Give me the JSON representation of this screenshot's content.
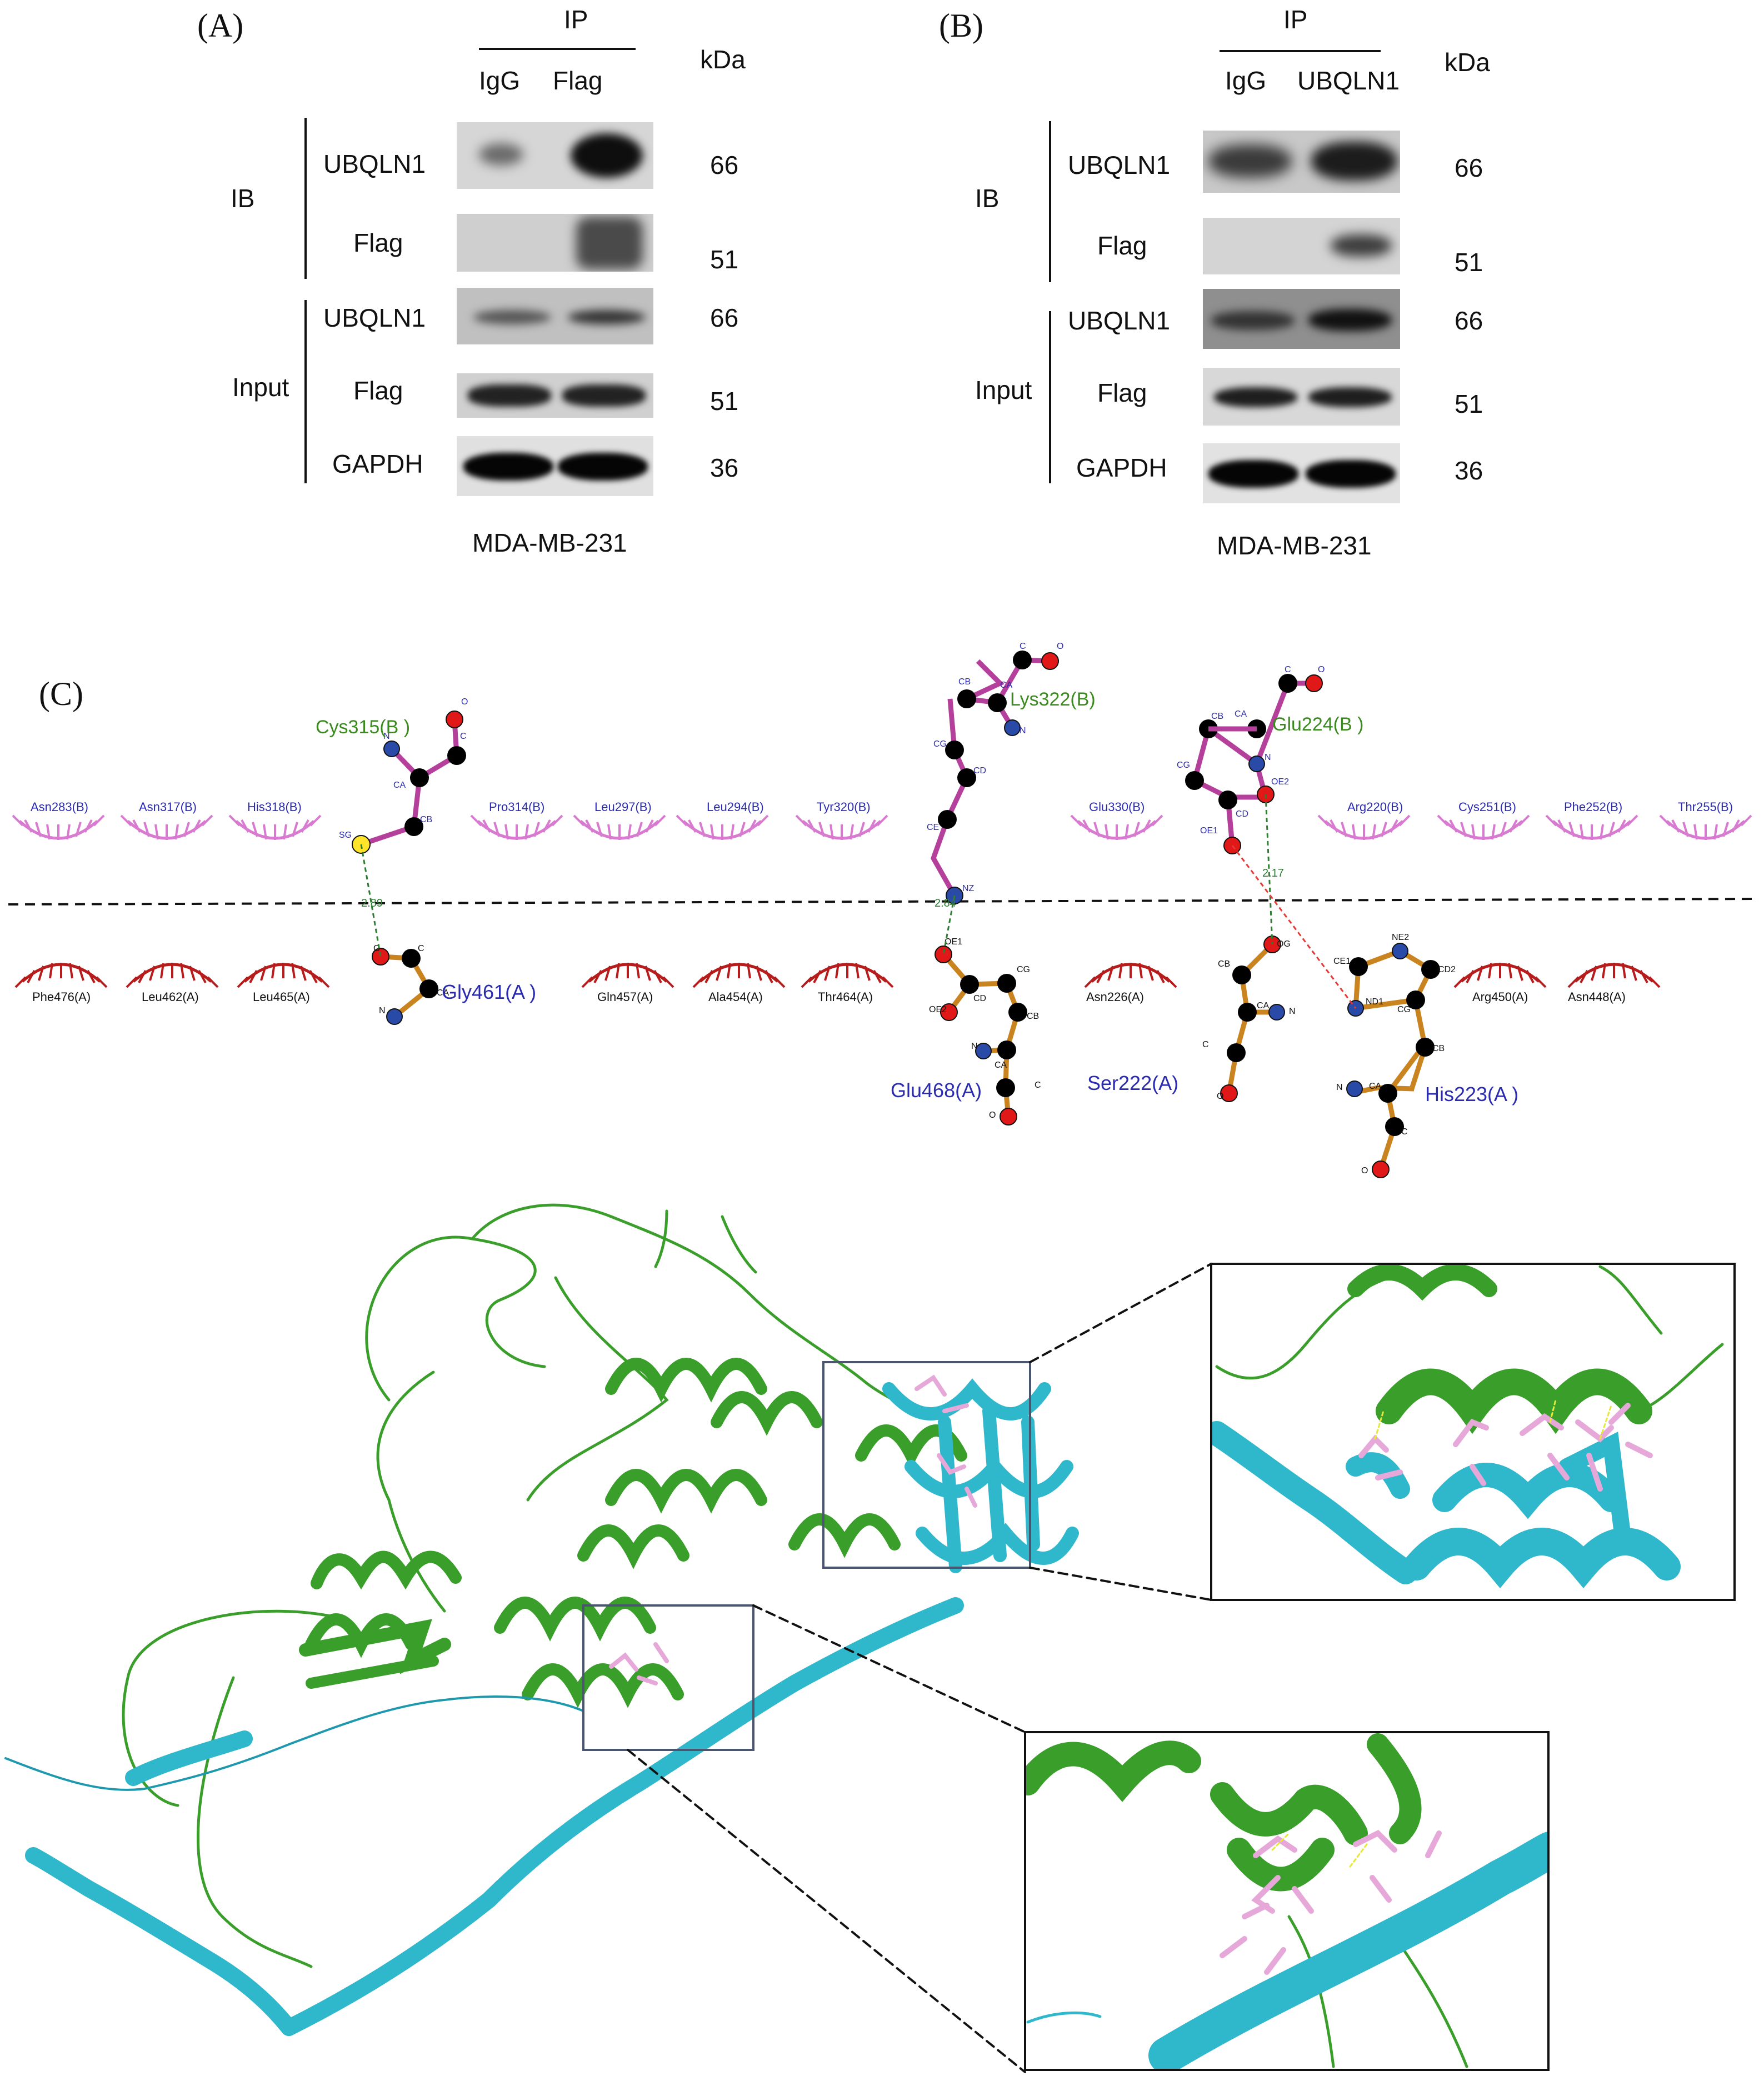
{
  "panel_a": {
    "label": "(A)",
    "ip_header": "IP",
    "lanes": [
      "IgG",
      "Flag"
    ],
    "kda_header": "kDa",
    "group_ib": "IB",
    "group_input": "Input",
    "rows": [
      {
        "name": "UBQLN1",
        "kda": "66"
      },
      {
        "name": "Flag",
        "kda": "51"
      },
      {
        "name": "UBQLN1",
        "kda": "66"
      },
      {
        "name": "Flag",
        "kda": "51"
      },
      {
        "name": "GAPDH",
        "kda": "36"
      }
    ],
    "cell_line": "MDA-MB-231"
  },
  "panel_b": {
    "label": "(B)",
    "ip_header": "IP",
    "lanes": [
      "IgG",
      "UBQLN1"
    ],
    "kda_header": "kDa",
    "group_ib": "IB",
    "group_input": "Input",
    "rows": [
      {
        "name": "UBQLN1",
        "kda": "66"
      },
      {
        "name": "Flag",
        "kda": "51"
      },
      {
        "name": "UBQLN1",
        "kda": "66"
      },
      {
        "name": "Flag",
        "kda": "51"
      },
      {
        "name": "GAPDH",
        "kda": "36"
      }
    ],
    "cell_line": "MDA-MB-231"
  },
  "panel_c": {
    "label": "(C)",
    "residues_b_main": [
      "Cys315(B )",
      "Lys322(B)",
      "Glu224(B )"
    ],
    "residues_b_contacts": [
      "Asn283(B)",
      "Asn317(B)",
      "His318(B)",
      "Pro314(B)",
      "Leu297(B)",
      "Leu294(B)",
      "Tyr320(B)",
      "Glu330(B)",
      "Arg220(B)",
      "Cys251(B)",
      "Phe252(B)",
      "Thr255(B)"
    ],
    "residues_a_main": [
      "Gly461(A )",
      "Glu468(A)",
      "Ser222(A)",
      "His223(A )"
    ],
    "residues_a_contacts": [
      "Phe476(A)",
      "Leu462(A)",
      "Leu465(A)",
      "Gln457(A)",
      "Ala454(A)",
      "Thr464(A)",
      "Asn226(A)",
      "Arg450(A)",
      "Asn448(A)"
    ],
    "distances": [
      "2.89",
      "2.84",
      "2.17"
    ],
    "atom_labels": {
      "cys": [
        "N",
        "C",
        "O",
        "CA",
        "CB",
        "SG"
      ],
      "gly": [
        "O",
        "C",
        "CA",
        "N"
      ],
      "lys": [
        "C",
        "O",
        "CA",
        "CB",
        "N",
        "CG",
        "CD",
        "CE",
        "NZ"
      ],
      "glu224": [
        "C",
        "O",
        "CB",
        "CA",
        "CG",
        "N",
        "CD",
        "OE2",
        "OE1"
      ],
      "glu468": [
        "OE1",
        "CD",
        "OE2",
        "CG",
        "CB",
        "N",
        "CA",
        "C",
        "O"
      ],
      "ser": [
        "CB",
        "OG",
        "CA",
        "N",
        "C",
        "O"
      ],
      "his": [
        "CE1",
        "NE2",
        "CD2",
        "ND1",
        "CG",
        "CB",
        "N",
        "CA",
        "C",
        "O"
      ]
    }
  },
  "colors": {
    "chain_b_hydrophobic": "#d77ad0",
    "chain_a_hydrophobic": "#b71c1c",
    "bond_b": "#b4409c",
    "bond_a": "#c98420",
    "hbond": "#2e7d32",
    "salt_bridge": "#e53935",
    "chain_green": "#3a9e2a",
    "chain_cyan": "#2fb7cc",
    "sticks": "#e6a8d8"
  }
}
